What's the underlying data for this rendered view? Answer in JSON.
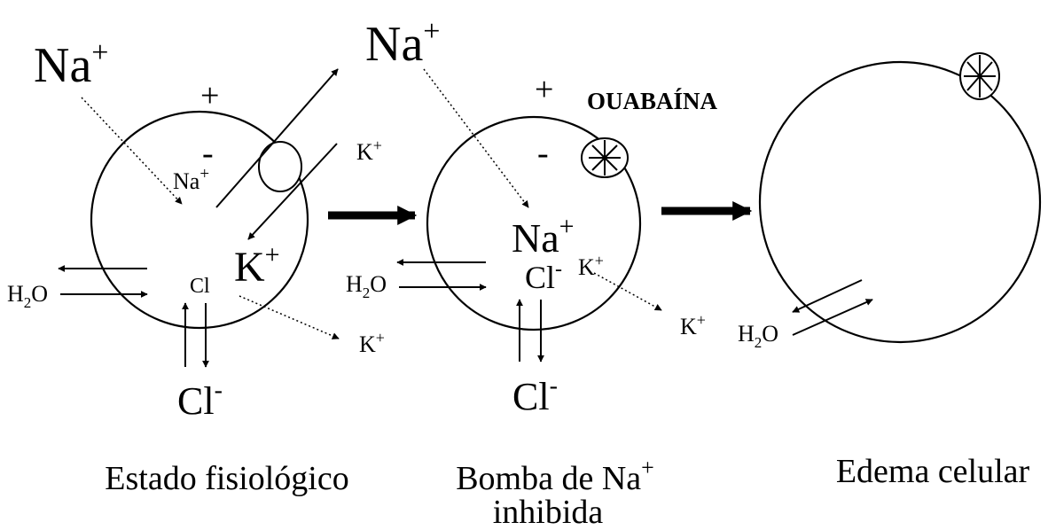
{
  "labels": {
    "panel1": {
      "na_out": "Na",
      "na_out_charge": "+",
      "na_in": "Na",
      "na_in_charge": "+",
      "plus_sign": "+",
      "minus_sign": "-",
      "k_out_top": "K",
      "k_out_top_charge": "+",
      "k_in": "K",
      "k_in_charge": "+",
      "cl_in": "Cl",
      "k_out_bottom": "K",
      "k_out_bottom_charge": "+",
      "water": "H",
      "water_sub": "2",
      "water_o": "O",
      "cl_out": "Cl",
      "cl_out_charge": "-",
      "caption": "Estado fisiológico"
    },
    "panel2": {
      "na_out": "Na",
      "na_out_charge": "+",
      "plus_sign": "+",
      "minus_sign": "-",
      "inhibitor": "OUABAÍNA",
      "na_in": "Na",
      "na_in_charge": "+",
      "cl_in": "Cl",
      "cl_in_charge": "-",
      "k_mid": "K",
      "k_mid_charge": "+",
      "k_out": "K",
      "k_out_charge": "+",
      "water": "H",
      "water_sub": "2",
      "water_o": "O",
      "cl_out": "Cl",
      "cl_out_charge": "-",
      "caption_line1": "Bomba de Na",
      "caption_line1_charge": "+",
      "caption_line2": "inhibida"
    },
    "panel3": {
      "water": "H",
      "water_sub": "2",
      "water_o": "O",
      "caption": "Edema celular"
    }
  },
  "colors": {
    "ink": "#000000",
    "background": "#ffffff"
  }
}
